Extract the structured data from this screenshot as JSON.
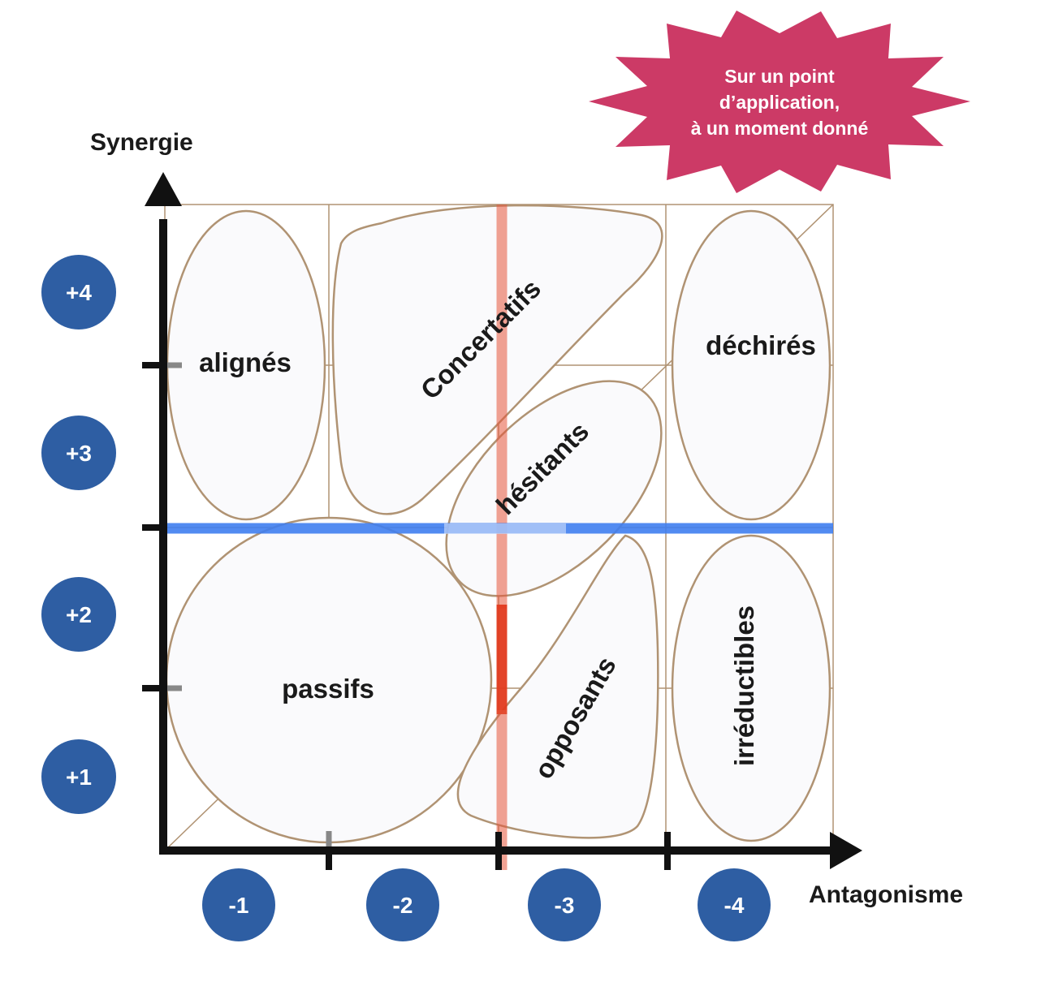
{
  "axes": {
    "y_label": "Synergie",
    "x_label": "Antagonisme"
  },
  "y_levels": [
    "+4",
    "+3",
    "+2",
    "+1"
  ],
  "x_levels": [
    "-1",
    "-2",
    "-3",
    "-4"
  ],
  "zones": {
    "alignes": "alignés",
    "concertatifs": "Concertatifs",
    "dechires": "déchirés",
    "hesitants": "hésitants",
    "passifs": "passifs",
    "opposants": "opposants",
    "irreductibles": "irréductibles"
  },
  "note": {
    "line1": "Sur un point",
    "line2": "d’application,",
    "line3": "à un moment  donné"
  },
  "colors": {
    "badge": "#2e5ea3",
    "note_burst": "#cc3a66",
    "synergy_threshold": "#3f7ef0",
    "antagonism_threshold": "#e6553a",
    "zone_outline": "#b09373"
  }
}
